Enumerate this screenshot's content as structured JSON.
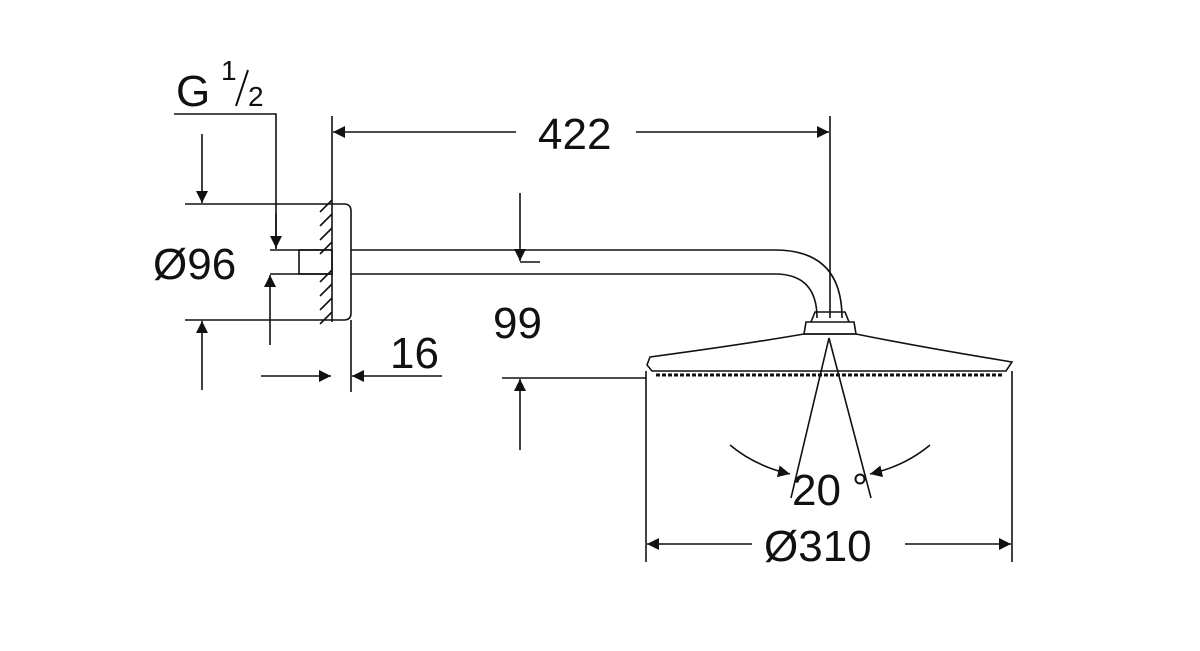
{
  "diagram": {
    "labels": {
      "thread_main": "G",
      "thread_num": "1",
      "thread_den": "2",
      "flange_diameter": "Ø96",
      "arm_length": "422",
      "flange_thickness": "16",
      "drop_height": "99",
      "tilt_angle": "20",
      "head_diameter": "Ø310"
    },
    "colors": {
      "line": "#111111",
      "background": "#ffffff"
    }
  }
}
